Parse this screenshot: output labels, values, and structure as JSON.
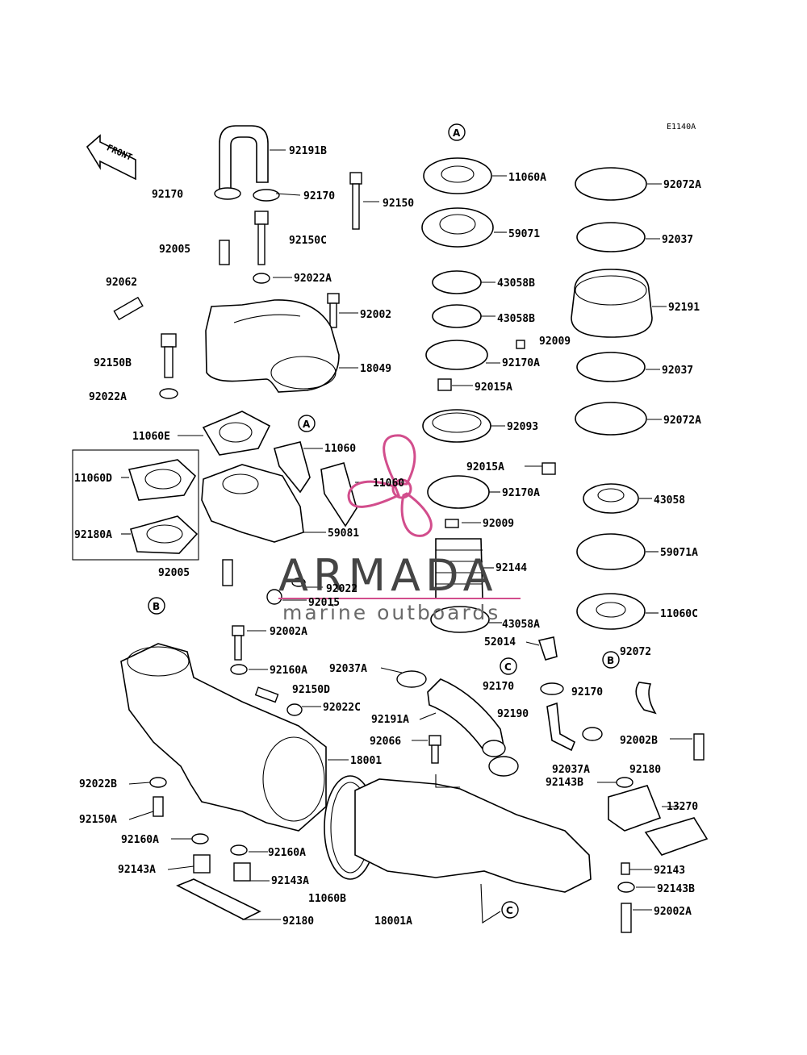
{
  "diagram_code": "E1140A",
  "front_text": "FRONT",
  "watermark": {
    "brand": "ARMADA",
    "tagline": "marine outboards",
    "color": "#d24d8c"
  },
  "reference_markers": [
    "A",
    "B",
    "C"
  ],
  "labels": [
    "92191B",
    "92170",
    "92170",
    "92150",
    "92150C",
    "92005",
    "92062",
    "92022A",
    "92002",
    "18049",
    "92150B",
    "92022A",
    "11060E",
    "11060",
    "11060D",
    "11060",
    "92180A",
    "59081",
    "92005",
    "92022",
    "92015",
    "11060A",
    "59071",
    "43058B",
    "43058B",
    "92170A",
    "92015A",
    "92093",
    "92015A",
    "92170A",
    "92009",
    "92144",
    "43058A",
    "52014",
    "92072A",
    "92037",
    "92191",
    "92009",
    "92037",
    "92072A",
    "43058",
    "59071A",
    "11060C",
    "92072",
    "92002A",
    "92160A",
    "92037A",
    "92150D",
    "92022C",
    "92191A",
    "92066",
    "92170",
    "92170",
    "92190",
    "92037A",
    "18001",
    "92022B",
    "92150A",
    "92160A",
    "92160A",
    "92143A",
    "92143A",
    "11060B",
    "92180",
    "18001A",
    "92002B",
    "92180",
    "92143B",
    "13270",
    "92143",
    "92143B",
    "92002A"
  ]
}
